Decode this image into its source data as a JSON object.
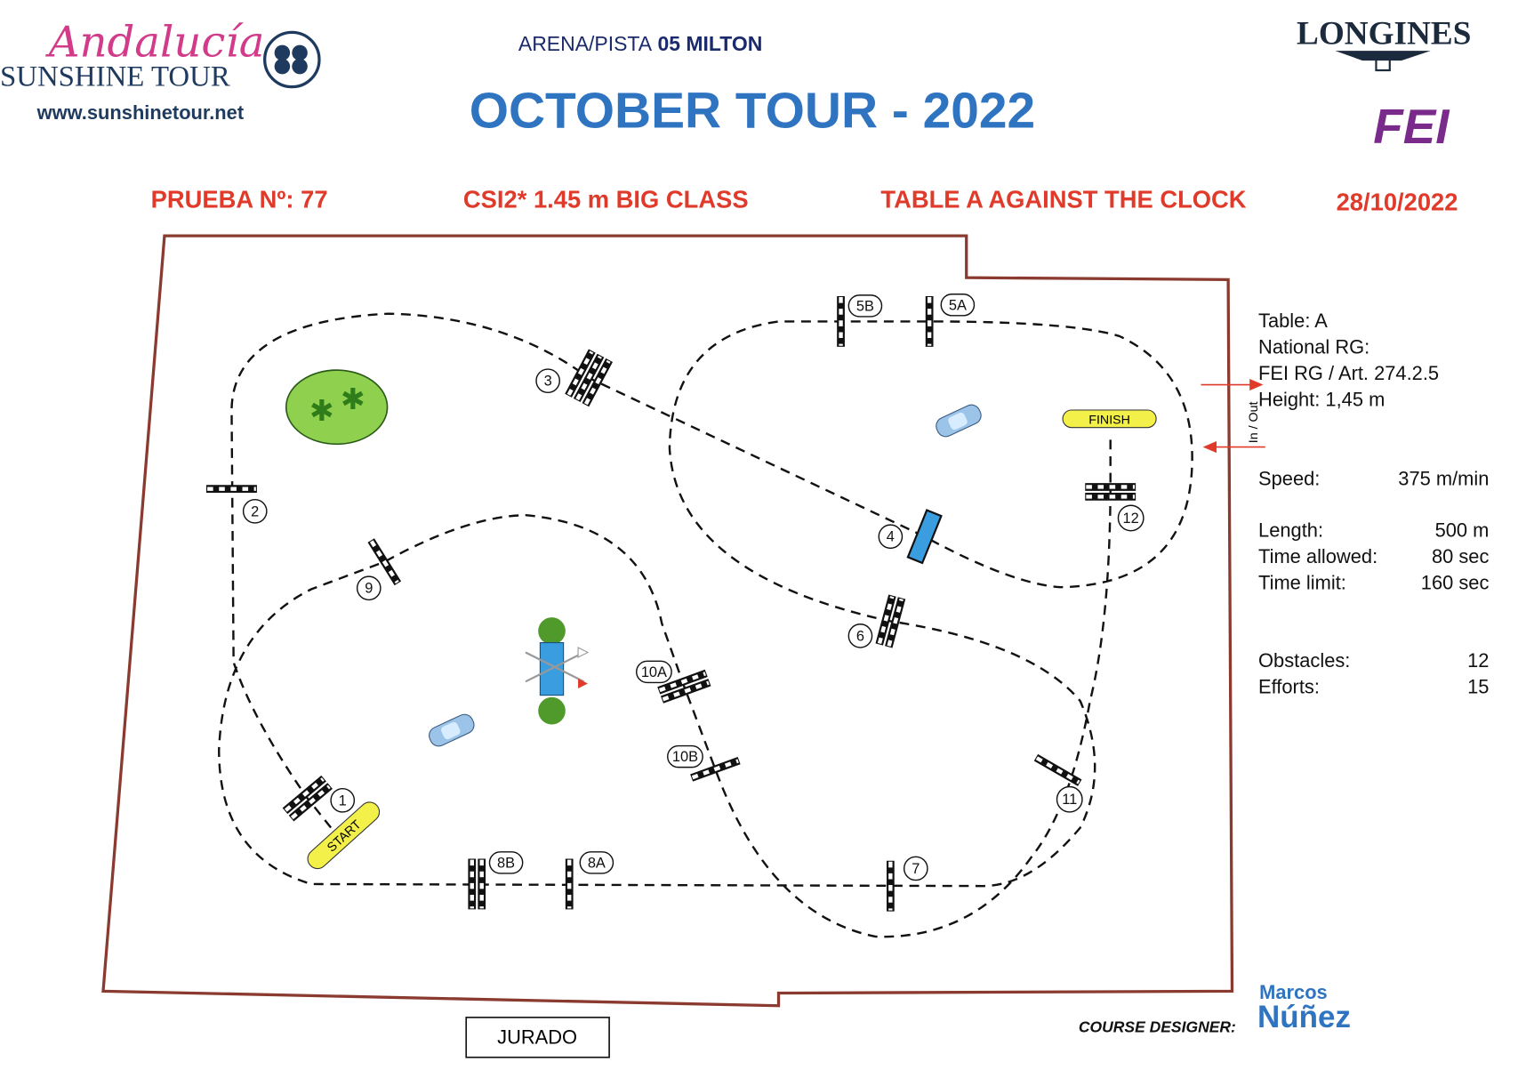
{
  "header": {
    "logo_brand": "Andalucía",
    "logo_tour": "SUNSHINE TOUR",
    "website": "www.sunshinetour.net",
    "arena_prefix": "ARENA/PISTA",
    "arena_name": "05 MILTON",
    "title": "OCTOBER TOUR - 2022",
    "sponsor_logo": "LONGINES",
    "federation_logo": "FEI"
  },
  "class_bar": {
    "prueba": "PRUEBA Nº:  77",
    "class_name": "CSI2* 1.45 m BIG CLASS",
    "table": "TABLE A AGAINST THE CLOCK",
    "date": "28/10/2022"
  },
  "info": {
    "table": "Table: A",
    "national_rg": "National RG:",
    "fei_rg": "FEI RG / Art. 274.2.5",
    "height": "Height: 1,45  m",
    "speed_label": "Speed:",
    "speed_value": "375  m/min",
    "length_label": "Length:",
    "length_value": "500    m",
    "time_allowed_label": "Time allowed:",
    "time_allowed_value": "80  sec",
    "time_limit_label": "Time limit:",
    "time_limit_value": "160  sec",
    "obstacles_label": "Obstacles:",
    "obstacles_value": "12",
    "efforts_label": "Efforts:",
    "efforts_value": "15"
  },
  "course": {
    "in_out": "In / Out",
    "start": "START",
    "finish": "FINISH",
    "obstacles": [
      "1",
      "2",
      "3",
      "4",
      "5A",
      "5B",
      "6",
      "7",
      "8A",
      "8B",
      "9",
      "10A",
      "10B",
      "11",
      "12"
    ],
    "jury": "JURADO",
    "border_color": "#8b3a2f",
    "accent_color": "#e03a2a"
  },
  "footer": {
    "designer_label": "COURSE DESIGNER:",
    "designer_first": "Marcos",
    "designer_last": "Núñez"
  }
}
